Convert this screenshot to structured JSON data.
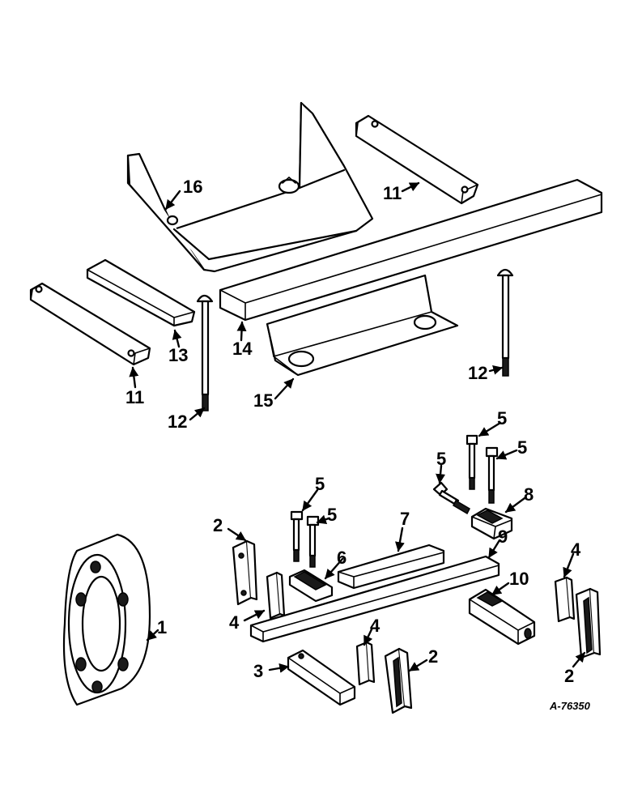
{
  "callouts": {
    "c16": "16",
    "c11a": "11",
    "c13": "13",
    "c11b": "11",
    "c14": "14",
    "c15": "15",
    "c12a": "12",
    "c12b": "12",
    "c5a": "5",
    "c5b": "5",
    "c5c": "5",
    "c5d": "5",
    "c5e": "5",
    "c8": "8",
    "c7": "7",
    "c9": "9",
    "c10": "10",
    "c2a": "2",
    "c6": "6",
    "c4a": "4",
    "c4b": "4",
    "c4c": "4",
    "c1": "1",
    "c3": "3",
    "c2b": "2",
    "c2c": "2"
  },
  "drawing_number": "A-76350",
  "colors": {
    "ink": "#000000",
    "paper": "#ffffff"
  }
}
